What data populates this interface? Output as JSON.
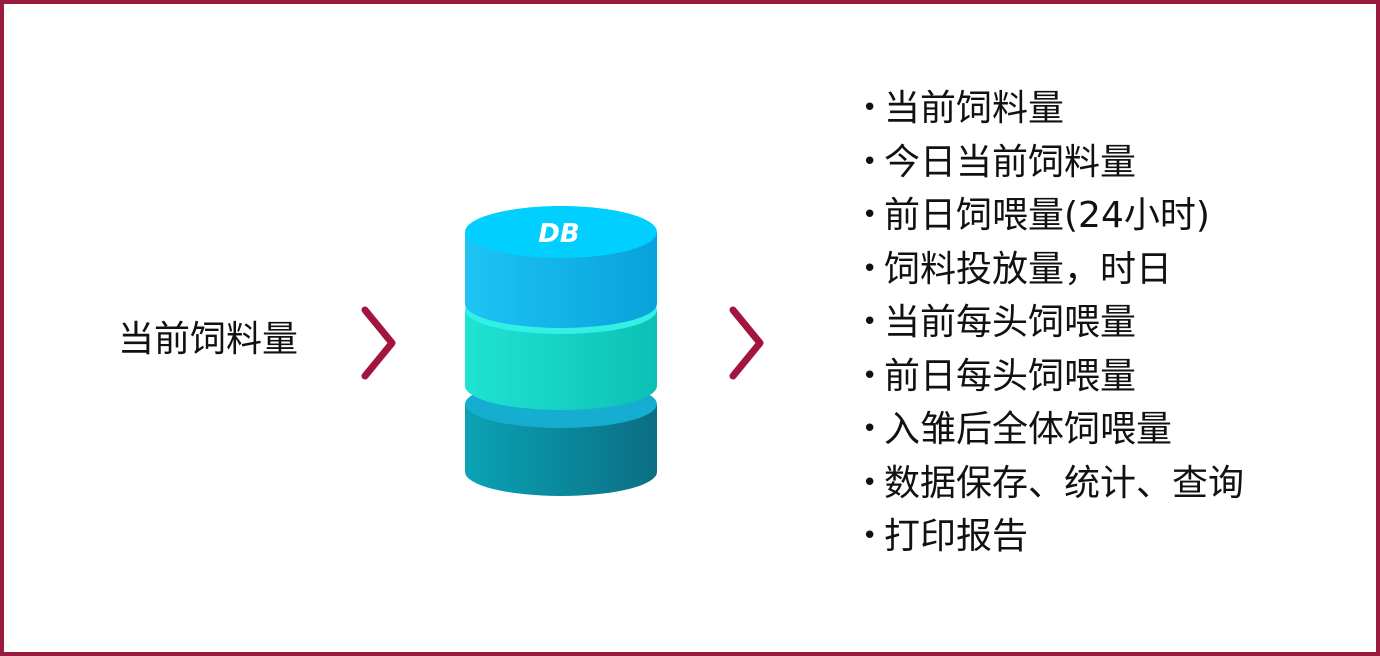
{
  "input": {
    "label": "当前饲料量"
  },
  "database": {
    "label": "DB",
    "icon": "database-icon"
  },
  "arrows": {
    "icon": "chevron-right-icon",
    "color": "#a3153d"
  },
  "outputs": {
    "bullet": "•",
    "items": [
      "当前饲料量",
      "今日当前饲料量",
      "前日饲喂量(24小时)",
      "饲料投放量，时日",
      "当前每头饲喂量",
      "前日每头饲喂量",
      "入雏后全体饲喂量",
      "数据保存、统计、查询",
      "打印报告"
    ]
  },
  "colors": {
    "frame_border": "#9b1b3f",
    "db_top_layer": "#10b4ea",
    "db_middle_layer": "#18d5c6",
    "db_bottom_layer": "#0f8fa5"
  }
}
